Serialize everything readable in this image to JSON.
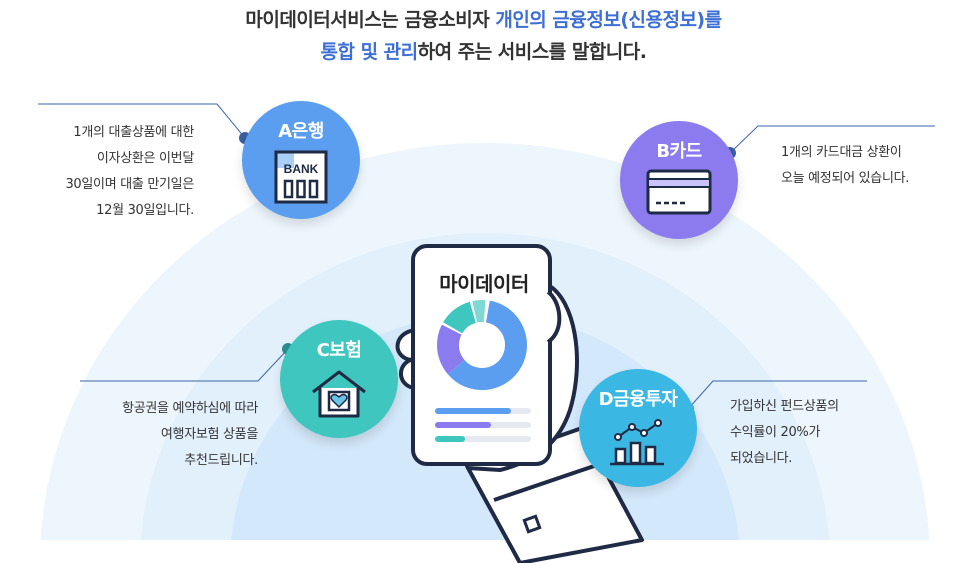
{
  "headline": {
    "line1_prefix": "마이데이터서비스는 금융소비자 ",
    "line1_highlight": "개인의 금융정보(신용정보)를",
    "line2_highlight": "통합 및 관리",
    "line2_suffix": "하여 주는 서비스를 말합니다."
  },
  "phone": {
    "title": "마이데이터"
  },
  "services": {
    "bank": {
      "title": "A은행",
      "icon_label": "BANK",
      "icon": "bank-building-icon",
      "color": "#5b9ef0",
      "description": "1개의 대출상품에 대한\n이자상환은 이번달\n30일이며 대출 만기일은\n12월 30일입니다."
    },
    "card": {
      "title": "B카드",
      "icon": "credit-card-icon",
      "color": "#8b7bef",
      "description": "1개의 카드대금 상환이\n오늘 예정되어 있습니다."
    },
    "insurance": {
      "title": "C보험",
      "icon": "house-heart-icon",
      "color": "#3fc7bf",
      "description": "항공권을 예약하심에 따라\n여행자보험 상품을\n추천드립니다."
    },
    "investment": {
      "title": "D금융투자",
      "icon": "bar-chart-trend-icon",
      "color": "#3bb7e3",
      "description": "가입하신 펀드상품의\n수익률이 20%가\n되었습니다."
    }
  },
  "colors": {
    "highlight_text": "#3d6fd6",
    "arc_outer": "#eef6fd",
    "arc_middle": "#e0effb",
    "arc_inner": "#cfe6f8"
  }
}
